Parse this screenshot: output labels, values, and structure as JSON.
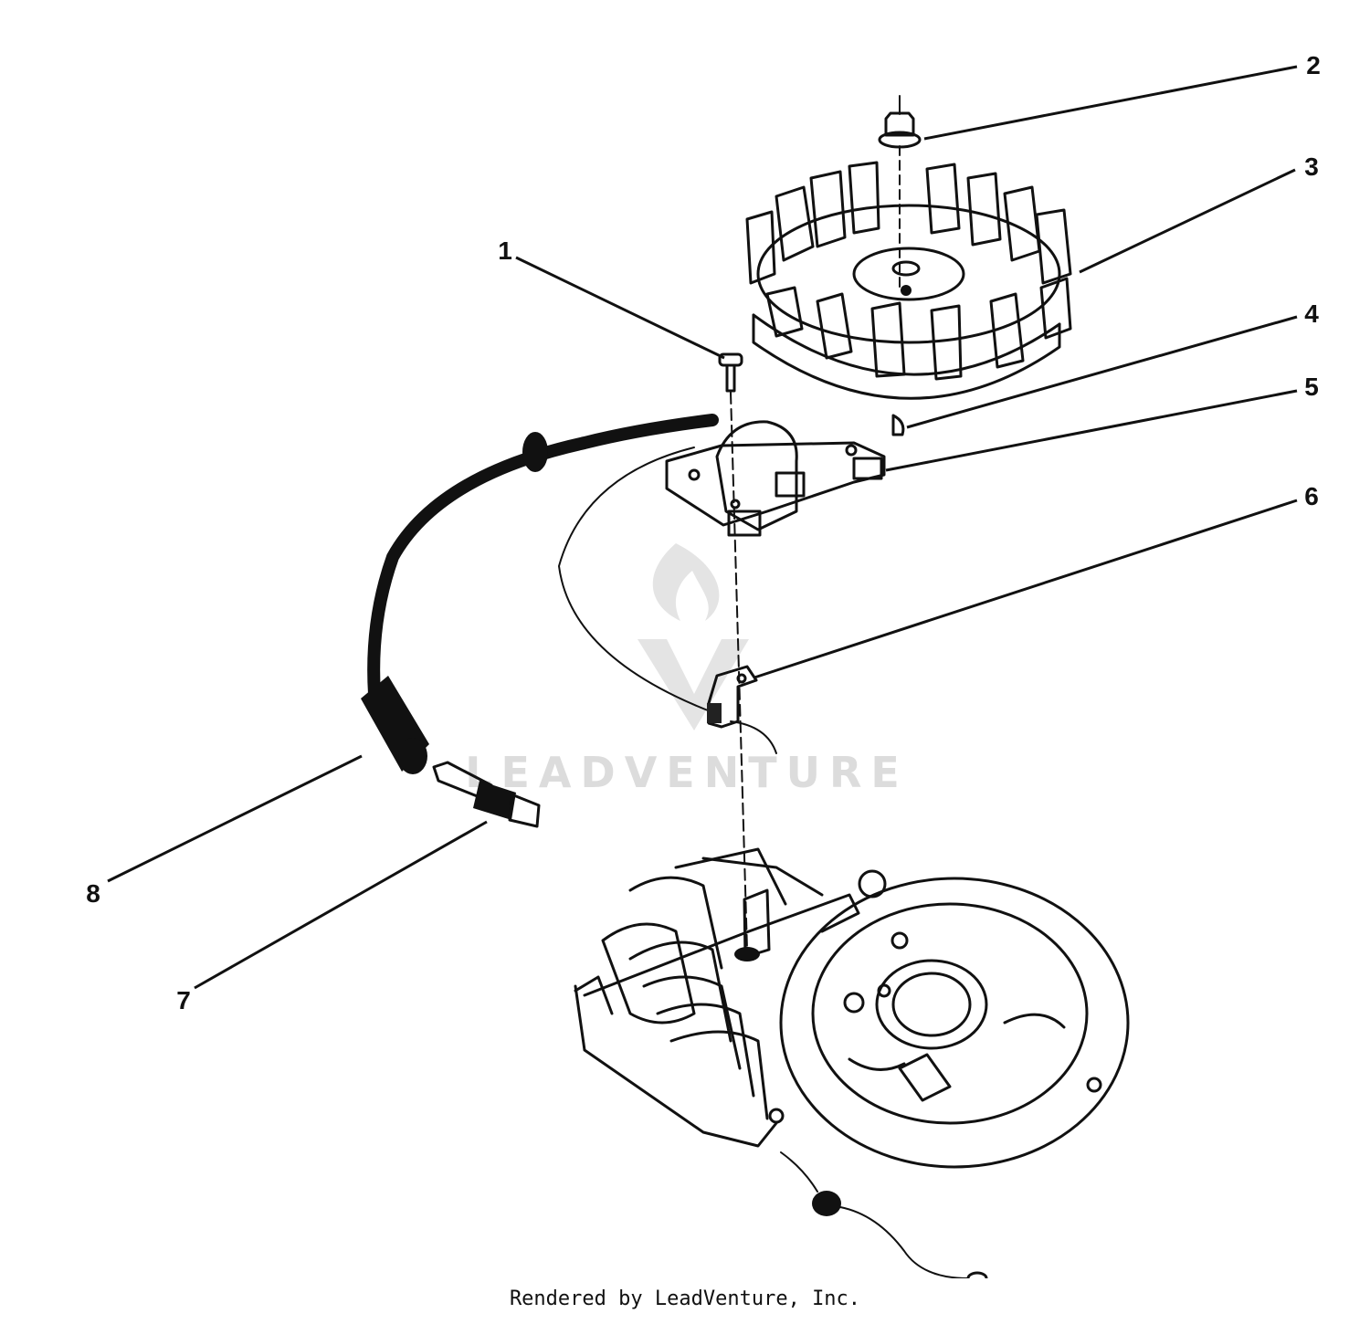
{
  "diagram": {
    "callouts": [
      {
        "id": "1",
        "label": "1"
      },
      {
        "id": "2",
        "label": "2"
      },
      {
        "id": "3",
        "label": "3"
      },
      {
        "id": "4",
        "label": "4"
      },
      {
        "id": "5",
        "label": "5"
      },
      {
        "id": "6",
        "label": "6"
      },
      {
        "id": "7",
        "label": "7"
      },
      {
        "id": "8",
        "label": "8"
      }
    ],
    "watermark": {
      "text": "LEADVENTURE",
      "logo_icon": "flame-v-logo-icon"
    },
    "credit": "Rendered by LeadVenture, Inc."
  }
}
